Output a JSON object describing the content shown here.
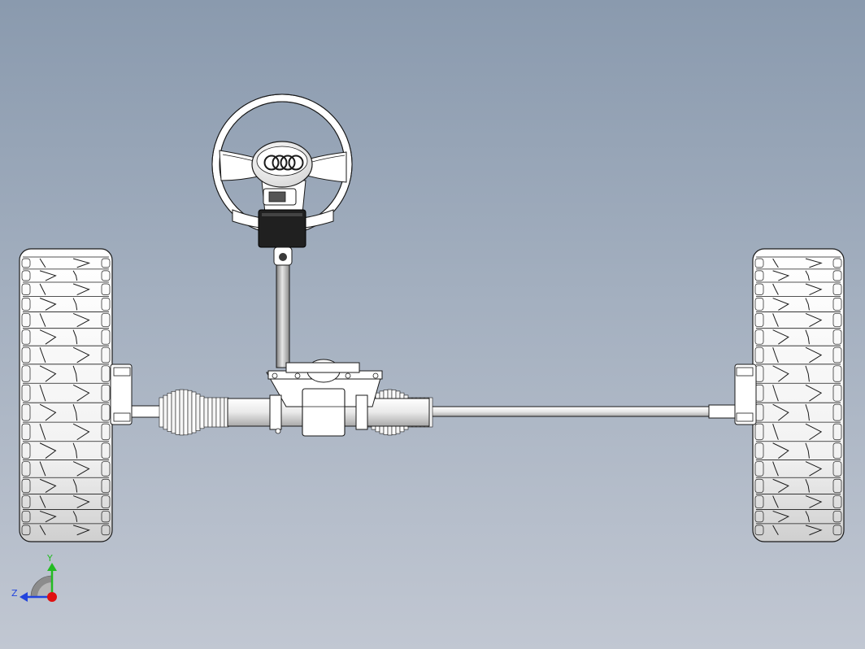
{
  "view": {
    "background_top": "#8a9aae",
    "background_bottom": "#c1c7d2",
    "model_fill": "#ffffff",
    "model_edge": "#1a1a1a"
  },
  "logo": {
    "type": "four-rings"
  },
  "triad": {
    "y_label": "Y",
    "z_label": "Z",
    "x_color": "#e01010",
    "y_color": "#22bb22",
    "z_color": "#2244dd"
  }
}
